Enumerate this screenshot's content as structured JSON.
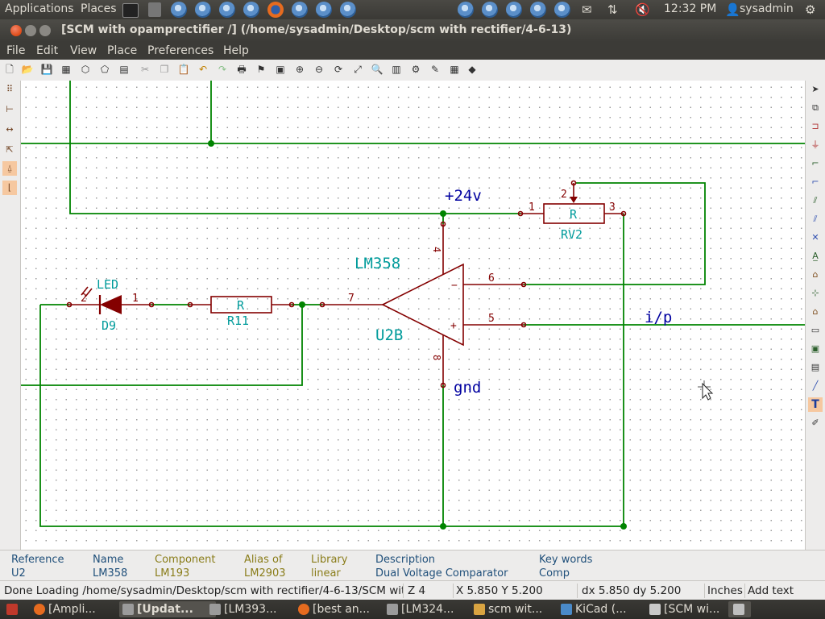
{
  "panel": {
    "applications": "Applications",
    "places": "Places",
    "clock": "12:32 PM",
    "user": "sysadmin"
  },
  "window": {
    "title": "[SCM with opamprectifier /] (/home/sysadmin/Desktop/scm with rectifier/4-6-13)"
  },
  "menu": {
    "file": "File",
    "edit": "Edit",
    "view": "View",
    "place": "Place",
    "preferences": "Preferences",
    "help": "Help"
  },
  "schematic": {
    "power_label": "+24v",
    "ground_label": "gnd",
    "input_label": "i/p",
    "opamp_value": "LM358",
    "opamp_ref": "U2B",
    "resistor_r11_value": "R",
    "resistor_r11_ref": "R11",
    "pot_value": "R",
    "pot_ref": "RV2",
    "led_value": "LED",
    "led_ref": "D9",
    "pin_4": "4",
    "pin_8": "8",
    "pin_6": "6",
    "pin_5": "5",
    "pin_7": "7",
    "pin_minus": "−",
    "pin_plus": "+",
    "pot_pin_1": "1",
    "pot_pin_2": "2",
    "pot_pin_3": "3",
    "led_pin_1": "1",
    "led_pin_2": "2",
    "colors": {
      "wire": "#008400",
      "component": "#840000",
      "label": "#0000a0",
      "field": "#009b9b"
    }
  },
  "info": {
    "reference_header": "Reference",
    "reference_value": "U2",
    "name_header": "Name",
    "name_value": "LM358",
    "component_header": "Component",
    "component_value": "LM193",
    "alias_header": "Alias of",
    "alias_value": "LM2903",
    "library_header": "Library",
    "library_value": "linear",
    "description_header": "Description",
    "description_value": "Dual Voltage Comparator",
    "keywords_header": "Key words",
    "keywords_value": "Comp"
  },
  "status": {
    "message": "Done Loading /home/sysadmin/Desktop/scm with rectifier/4-6-13/SCM wit",
    "zoom": "Z 4",
    "coords": "X 5.850  Y 5.200",
    "delta": "dx 5.850  dy 5.200",
    "units": "Inches",
    "mode": "Add text"
  },
  "taskbar": [
    {
      "label": "[Ampli..."
    },
    {
      "label": "[Updat..."
    },
    {
      "label": "[LM393..."
    },
    {
      "label": "[best an..."
    },
    {
      "label": "[LM324..."
    },
    {
      "label": "scm wit..."
    },
    {
      "label": "KiCad (..."
    },
    {
      "label": "[SCM wi..."
    }
  ]
}
